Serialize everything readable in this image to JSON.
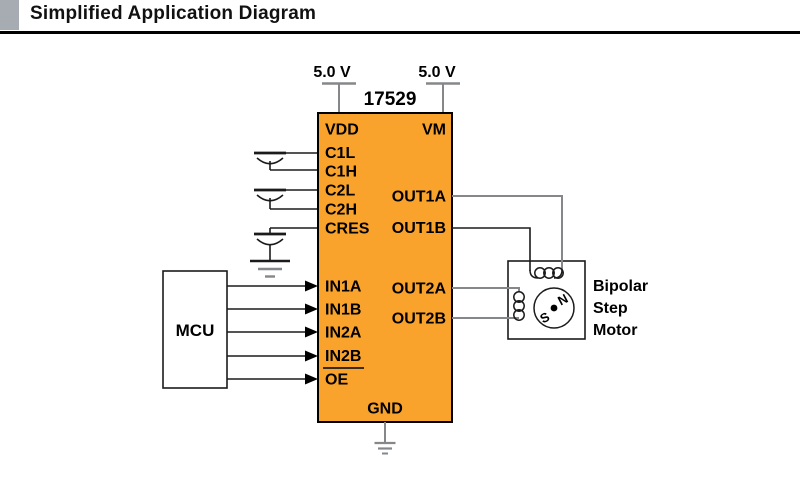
{
  "header": {
    "title": "Simplified Application Diagram"
  },
  "diagram": {
    "part_number": "17529",
    "supply": {
      "vdd": "5.0 V",
      "vm": "5.0 V"
    },
    "ic": {
      "left_pins": [
        "VDD",
        "C1L",
        "C1H",
        "C2L",
        "C2H",
        "CRES",
        "IN1A",
        "IN1B",
        "IN2A",
        "IN2B",
        "OE"
      ],
      "right_pins": [
        "VM",
        "OUT1A",
        "OUT1B",
        "OUT2A",
        "OUT2B"
      ],
      "bottom_pin": "GND"
    },
    "mcu": {
      "label": "MCU"
    },
    "motor": {
      "label": [
        "Bipolar",
        "Step",
        "Motor"
      ],
      "rotor": {
        "north": "N",
        "south": "S"
      }
    },
    "colors": {
      "ic_fill": "#F9A22C",
      "wire_gray": "#85878A",
      "header_block_gray": "#A6ACB1"
    }
  }
}
